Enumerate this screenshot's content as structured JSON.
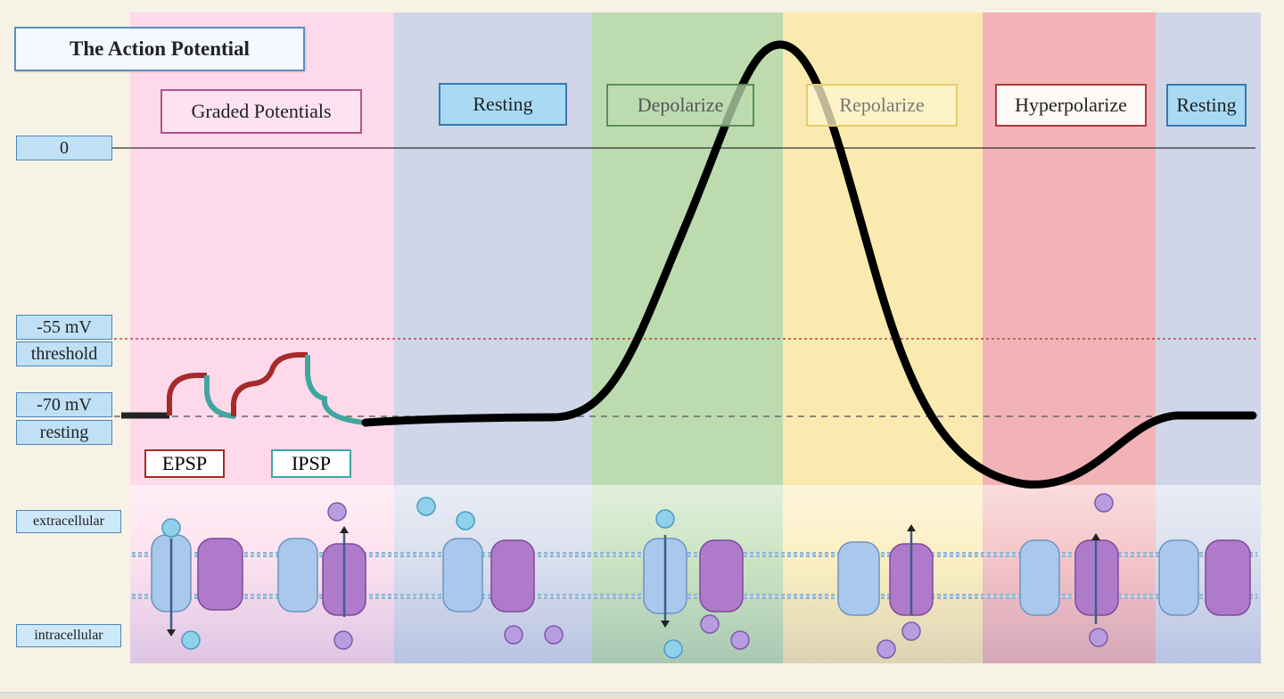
{
  "title": "The Action Potential",
  "phases": {
    "graded": "Graded Potentials",
    "resting1": "Resting",
    "depolarize": "Depolarize",
    "repolarize": "Repolarize",
    "hyperpolarize": "Hyperpolarize",
    "resting2": "Resting"
  },
  "axis": {
    "zero": "0",
    "threshold_value": "-55 mV",
    "threshold_label": "threshold",
    "resting_value": "-70 mV",
    "resting_label": "resting"
  },
  "membrane": {
    "outside": "extracellular",
    "inside": "intracellular"
  },
  "psp": {
    "epsp": "EPSP",
    "ipsp": "IPSP"
  },
  "colors": {
    "graded_band": "#fdd9ea",
    "resting_band": "#cfd6e8",
    "depolarize_band": "#bcdcb0",
    "repolarize_band": "#fbeab0",
    "hyperpolarize_band": "#f2b3b6",
    "trace": "#000000",
    "epsp": "#a52a2a",
    "ipsp": "#3fa7a0",
    "channel_blue": "#a9c8ec",
    "channel_purple": "#b07acb",
    "ion_blue": "#8fd0ea",
    "ion_purple": "#b79ce0"
  }
}
